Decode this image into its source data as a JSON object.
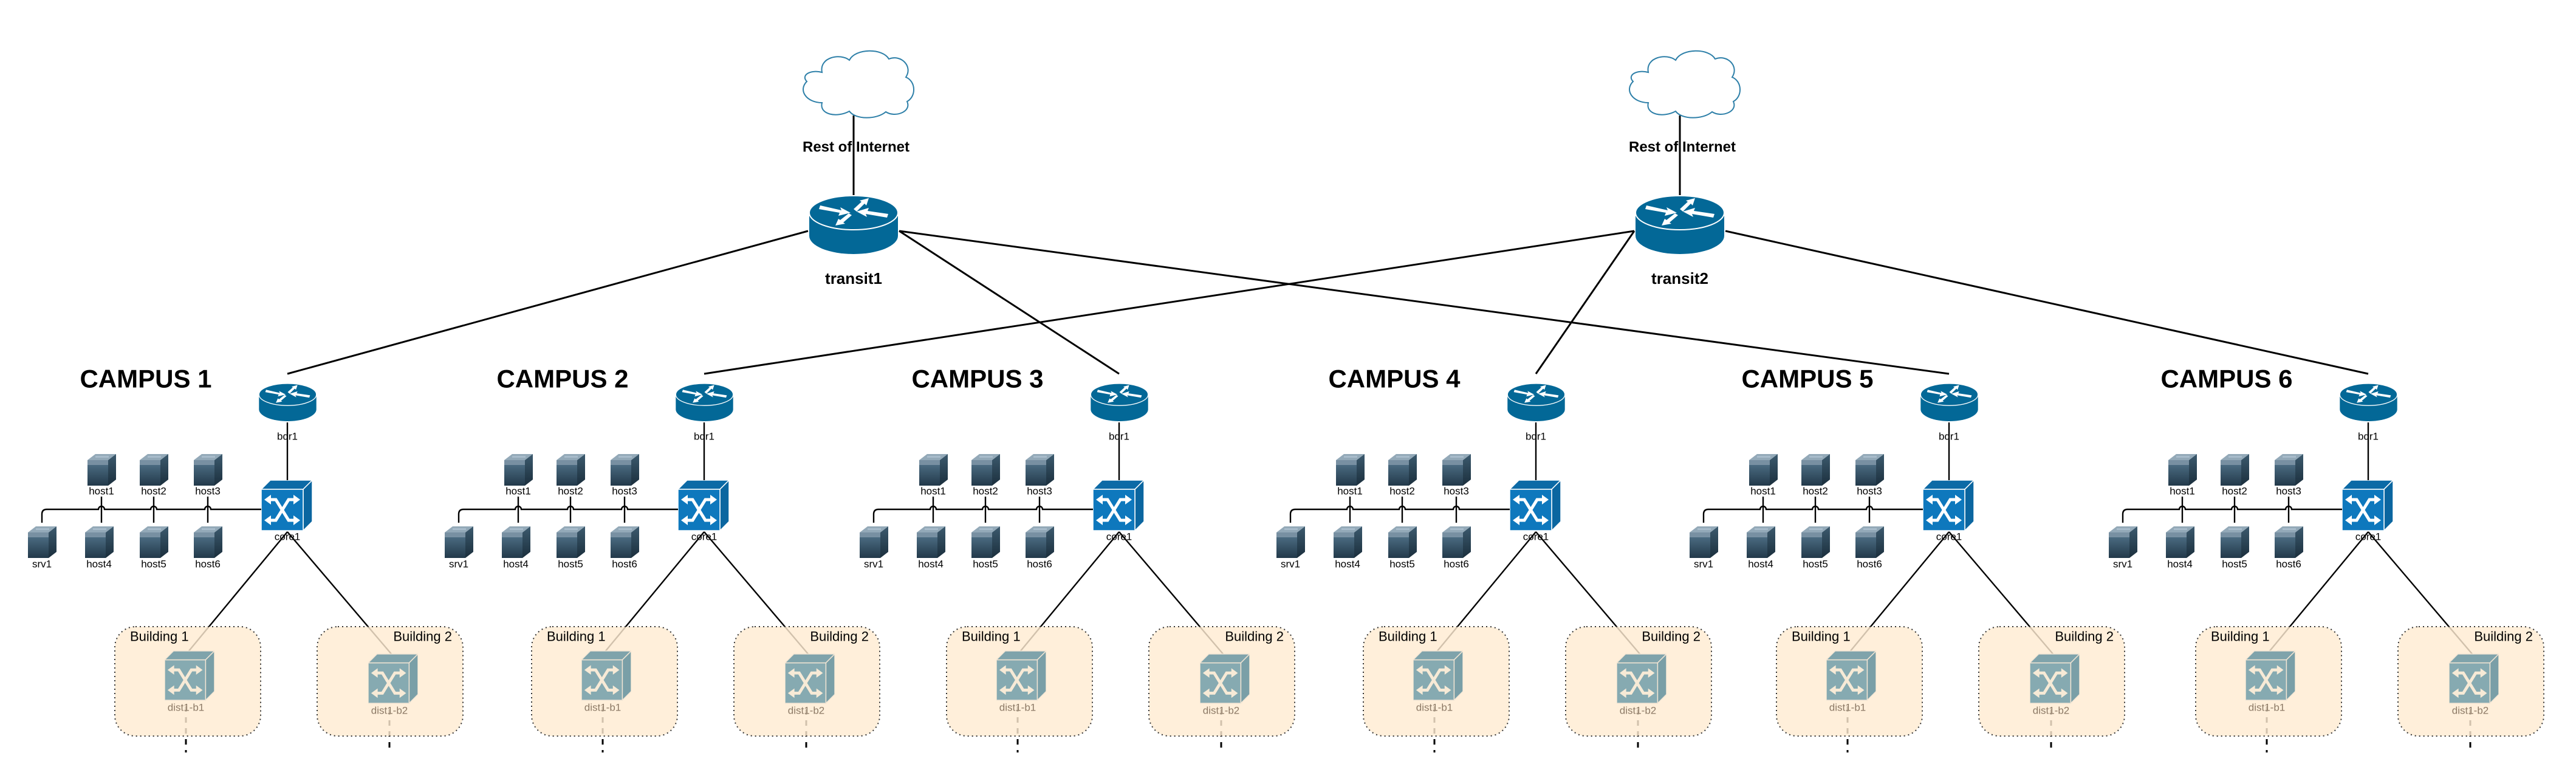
{
  "diagram": {
    "internet_clouds": [
      {
        "label": "Rest of Internet",
        "icon": "cloud-icon",
        "connects_to": "transit1"
      },
      {
        "label": "Rest of Internet",
        "icon": "cloud-icon",
        "connects_to": "transit2"
      }
    ],
    "transits": [
      {
        "label": "transit1",
        "icon": "router-icon",
        "links_to_campuses": [
          1,
          3,
          5
        ]
      },
      {
        "label": "transit2",
        "icon": "router-icon",
        "links_to_campuses": [
          2,
          4,
          6
        ]
      }
    ],
    "campuses": [
      {
        "title": "CAMPUS 1"
      },
      {
        "title": "CAMPUS 2"
      },
      {
        "title": "CAMPUS 3"
      },
      {
        "title": "CAMPUS 4"
      },
      {
        "title": "CAMPUS 5"
      },
      {
        "title": "CAMPUS 6"
      }
    ],
    "campus_template": {
      "border_router": {
        "label": "bdr1",
        "icon": "router-icon"
      },
      "core_switch": {
        "label": "core1",
        "icon": "switch-icon"
      },
      "top_hosts": [
        "host1",
        "host2",
        "host3"
      ],
      "bottom_hosts": [
        "srv1",
        "host4",
        "host5",
        "host6"
      ],
      "buildings": [
        {
          "label": "Building 1",
          "switch_label": "dist1-b1"
        },
        {
          "label": "Building 2",
          "switch_label": "dist1-b2"
        }
      ]
    },
    "colors": {
      "router": "#036897",
      "core_switch": "#0e78bd",
      "dist_switch": "#85a9b0",
      "building_fill": "#ffebd2",
      "cloud_stroke": "#2d7fa8",
      "server": "#2e4a5e",
      "dist_label": "#8c7a66"
    }
  }
}
